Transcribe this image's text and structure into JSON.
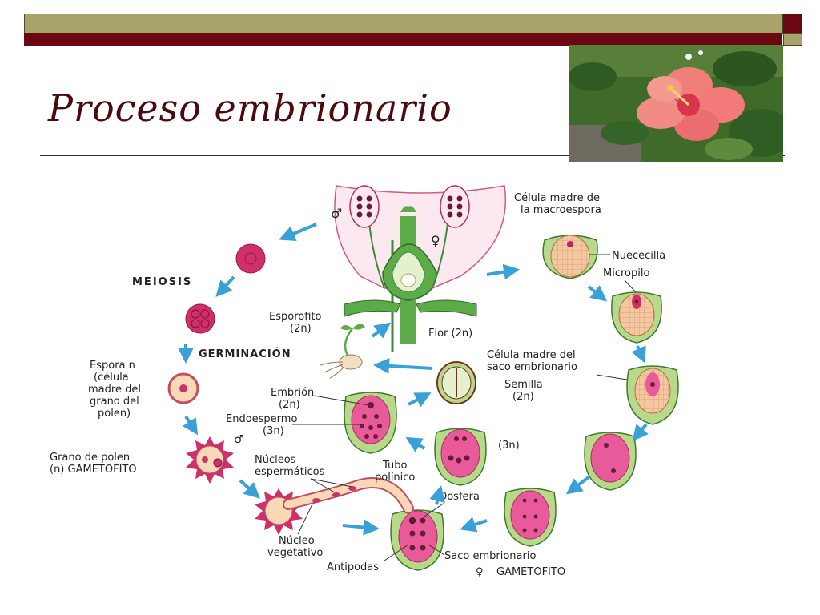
{
  "slide": {
    "title": "Proceso embrionario"
  },
  "diagram": {
    "labels": {
      "celula_madre_macro_1": "Célula madre de",
      "celula_madre_macro_2": "la macroespora",
      "nuececilla": "Nuececilla",
      "micropilo": "Micropilo",
      "meiosis": "MEIOSIS",
      "esporofito_1": "Esporofito",
      "esporofito_2": "(2n)",
      "flor": "Flor (2n)",
      "germinacion": "GERMINACIÓN",
      "celula_saco_1": "Célula madre del",
      "celula_saco_2": "saco embrionario",
      "espora_1": "Espora n",
      "espora_2": "(célula",
      "espora_3": "madre del",
      "espora_4": "grano del",
      "espora_5": "polen)",
      "semilla_1": "Semilla",
      "semilla_2": "(2n)",
      "embrion_1": "Embrión",
      "embrion_2": "(2n)",
      "endospermo_1": "Endoespermo",
      "endospermo_2": "(3n)",
      "tres_n": "(3n)",
      "grano_polen_1": "Grano de polen",
      "grano_polen_2": "(n) GAMETOFITO",
      "nucleos_1": "Núcleos",
      "nucleos_2": "espermáticos",
      "tubo_1": "Tubo",
      "tubo_2": "polínico",
      "oosfera": "Oosfera",
      "nucleo_veg_1": "Núcleo",
      "nucleo_veg_2": "vegetativo",
      "saco_embrionario": "Saco embrionario",
      "gametofito_fem": "GAMETOFITO",
      "antipodas": "Antipodas",
      "male_symbol": "♂",
      "female_symbol": "♀"
    },
    "colors": {
      "arrow": "#3aa0d8",
      "cell_magenta": "#d0306a",
      "ovule_green": "#b8d98a",
      "tissue_orange": "#f3c7a0",
      "sac_pink": "#e85a9a",
      "heading_blue": "#1c3b7a"
    }
  }
}
